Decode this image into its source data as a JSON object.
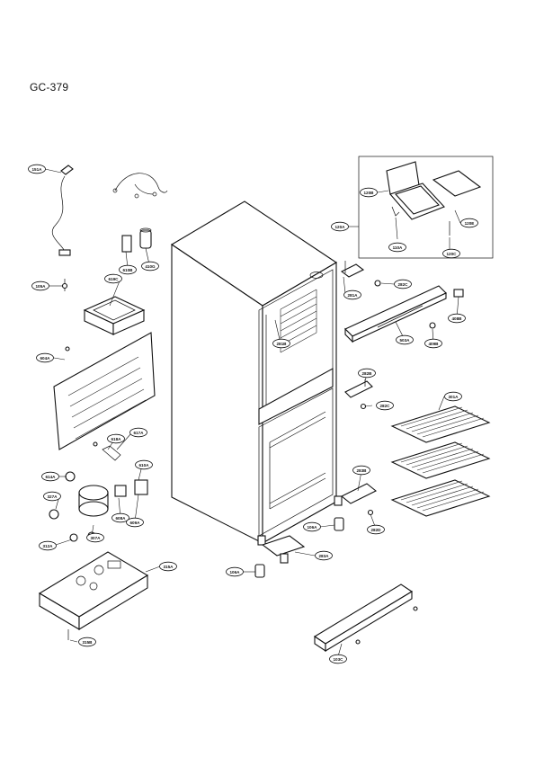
{
  "model": "GC-379",
  "callouts": [
    {
      "id": "151A",
      "label": "151A"
    },
    {
      "id": "105A",
      "label": "105A"
    },
    {
      "id": "619C",
      "label": "619C"
    },
    {
      "id": "610B",
      "label": "610B"
    },
    {
      "id": "410G",
      "label": "410G"
    },
    {
      "id": "604A",
      "label": "604A"
    },
    {
      "id": "617A",
      "label": "617A"
    },
    {
      "id": "618A",
      "label": "618A"
    },
    {
      "id": "610A",
      "label": "610A"
    },
    {
      "id": "614A",
      "label": "614A"
    },
    {
      "id": "327A",
      "label": "327A"
    },
    {
      "id": "307A",
      "label": "307A"
    },
    {
      "id": "312A",
      "label": "312A"
    },
    {
      "id": "608A",
      "label": "608A"
    },
    {
      "id": "609A",
      "label": "609A"
    },
    {
      "id": "315A",
      "label": "315A"
    },
    {
      "id": "315B",
      "label": "315B"
    },
    {
      "id": "120A",
      "label": "120A"
    },
    {
      "id": "120B",
      "label": "120B"
    },
    {
      "id": "120E",
      "label": "120E"
    },
    {
      "id": "110A",
      "label": "110A"
    },
    {
      "id": "120C",
      "label": "120C"
    },
    {
      "id": "281A",
      "label": "281A"
    },
    {
      "id": "282C_top",
      "label": "282C"
    },
    {
      "id": "281B",
      "label": "281B"
    },
    {
      "id": "503A",
      "label": "503A"
    },
    {
      "id": "409B",
      "label": "409B"
    },
    {
      "id": "408B",
      "label": "408B"
    },
    {
      "id": "282B",
      "label": "282B"
    },
    {
      "id": "282C_mid",
      "label": "282C"
    },
    {
      "id": "301A",
      "label": "301A"
    },
    {
      "id": "283B",
      "label": "283B"
    },
    {
      "id": "282D",
      "label": "282D"
    },
    {
      "id": "106A_right",
      "label": "106A"
    },
    {
      "id": "106A_left",
      "label": "106A"
    },
    {
      "id": "283A",
      "label": "283A"
    },
    {
      "id": "103C",
      "label": "103C"
    }
  ]
}
